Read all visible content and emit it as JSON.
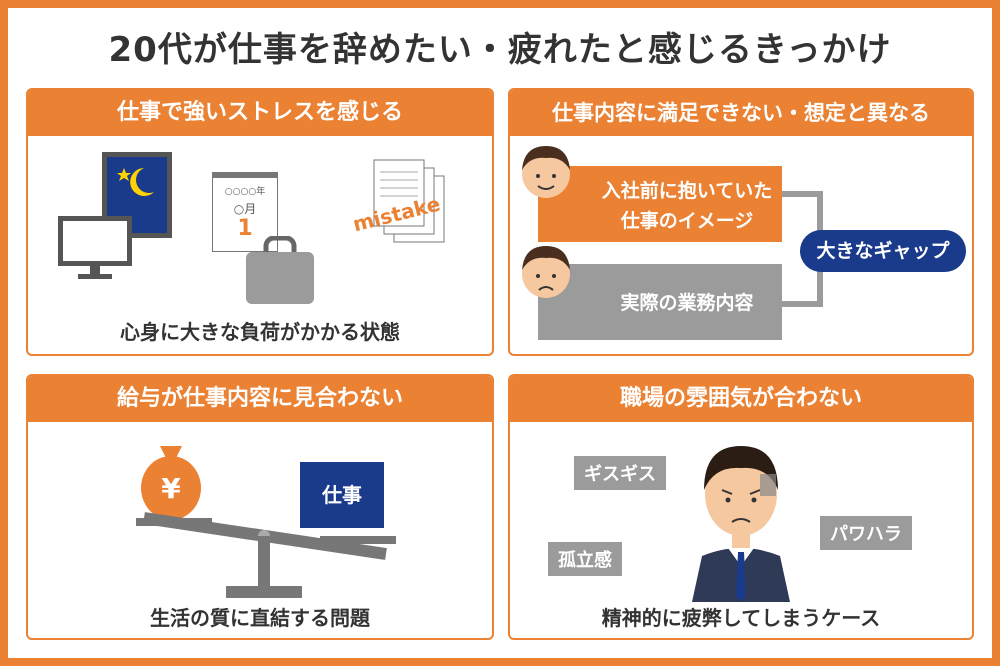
{
  "title": "20代が仕事を辞めたい・疲れたと感じるきっかけ",
  "panels": {
    "stress": {
      "heading": "仕事で強いストレスを感じる",
      "caption": "心身に大きな負荷がかかる状態",
      "calendar_year": "○○○○年",
      "calendar_month": "○月",
      "calendar_day": "1",
      "mistake_label": "mistake"
    },
    "gap": {
      "heading": "仕事内容に満足できない・想定と異なる",
      "expectation": [
        "入社前に抱いていた",
        "仕事のイメージ"
      ],
      "reality": "実際の業務内容",
      "gap_label": "大きなギャップ"
    },
    "salary": {
      "heading": "給与が仕事内容に見合わない",
      "caption": "生活の質に直結する問題",
      "money_symbol": "¥",
      "work_label": "仕事"
    },
    "atmosphere": {
      "heading": "職場の雰囲気が合わない",
      "caption": "精神的に疲弊してしまうケース",
      "tags": [
        "ギスギス",
        "パワハラ",
        "孤立感"
      ]
    }
  },
  "colors": {
    "orange": "#ea8133",
    "navy": "#1a3a8c",
    "gray": "#9b9b9b"
  }
}
